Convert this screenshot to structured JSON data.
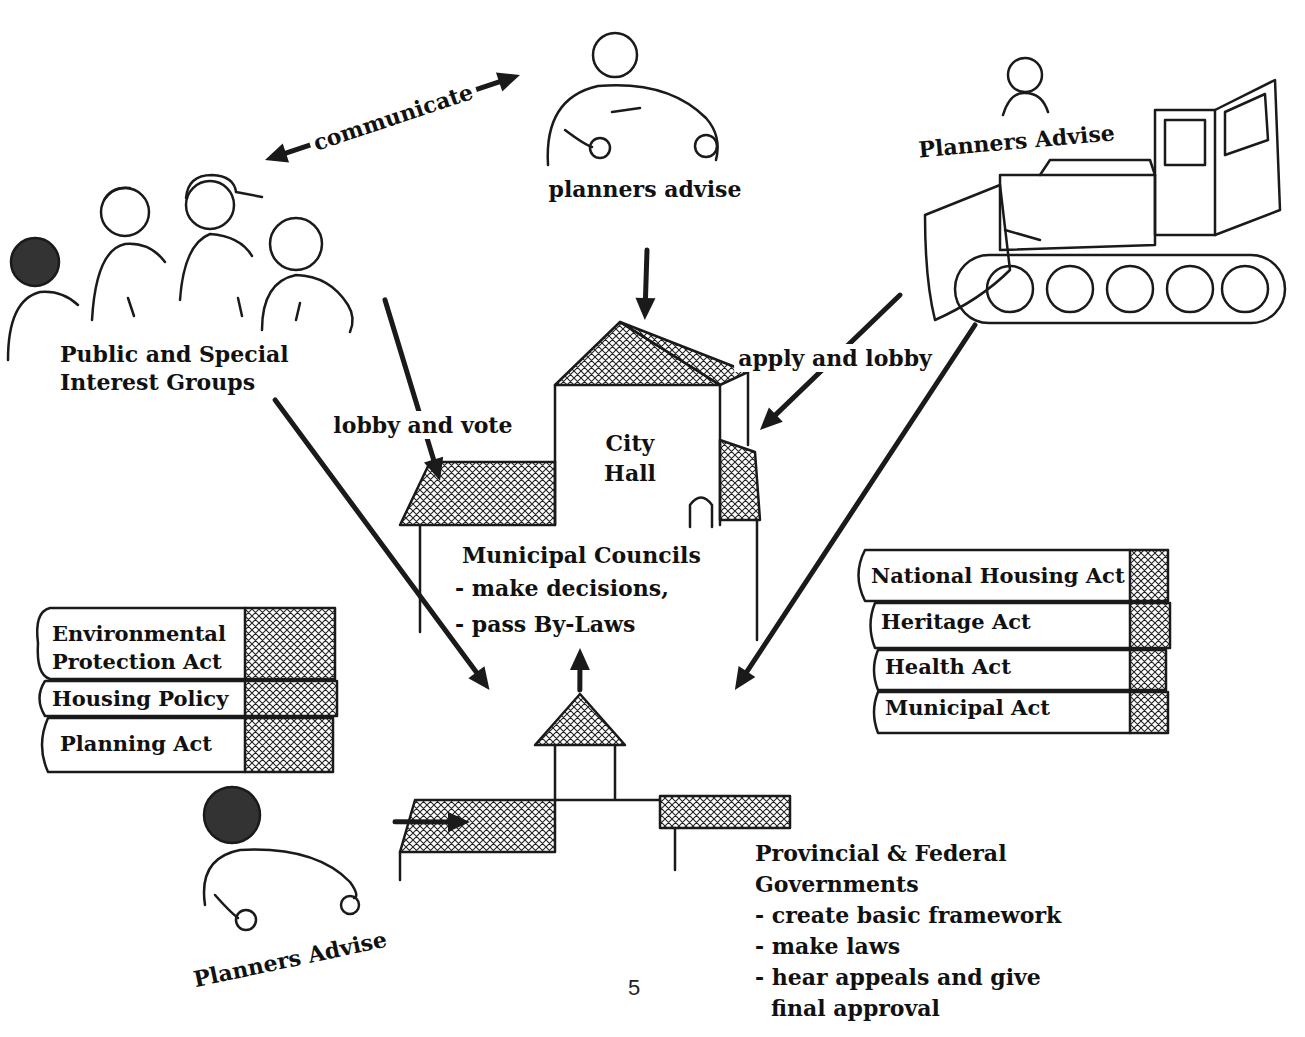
{
  "diagram": {
    "nodes": [
      {
        "text": [
          "Public and Special Interest Groups"
        ]
      },
      {
        "text": [
          "planners advise"
        ]
      },
      {
        "text": [
          "Planners Advise"
        ]
      },
      {
        "text": [
          "City Hall",
          "Municipal Councils",
          "- make decisions,",
          "- pass By-Laws"
        ]
      },
      {
        "text": [
          "Provincial & Federal Governments",
          "- create basic framework",
          "- make laws",
          "- hear appeals and give final approval"
        ]
      },
      {
        "text": [
          "Planners Advise"
        ]
      },
      {
        "text": [
          "Environmental Protection Act",
          "Housing Policy",
          "Planning Act"
        ]
      },
      {
        "text": [
          "National Housing Act",
          "Heritage Act",
          "Health Act",
          "Municipal Act"
        ]
      }
    ],
    "edges": [
      {
        "from": 1,
        "to": 0,
        "arrow": "both",
        "label": "communicate"
      },
      {
        "from": 1,
        "to": 3,
        "arrow": "to"
      },
      {
        "from": 0,
        "to": 3,
        "arrow": "to",
        "label": "lobby and vote"
      },
      {
        "from": 0,
        "to": 4,
        "arrow": "to"
      },
      {
        "from": 2,
        "to": 3,
        "arrow": "to",
        "label": "apply and lobby"
      },
      {
        "from": 2,
        "to": 4,
        "arrow": "to"
      },
      {
        "from": 5,
        "to": 4,
        "arrow": "to"
      },
      {
        "from": 4,
        "to": 3,
        "arrow": "to"
      }
    ],
    "labels": [
      "5"
    ]
  }
}
